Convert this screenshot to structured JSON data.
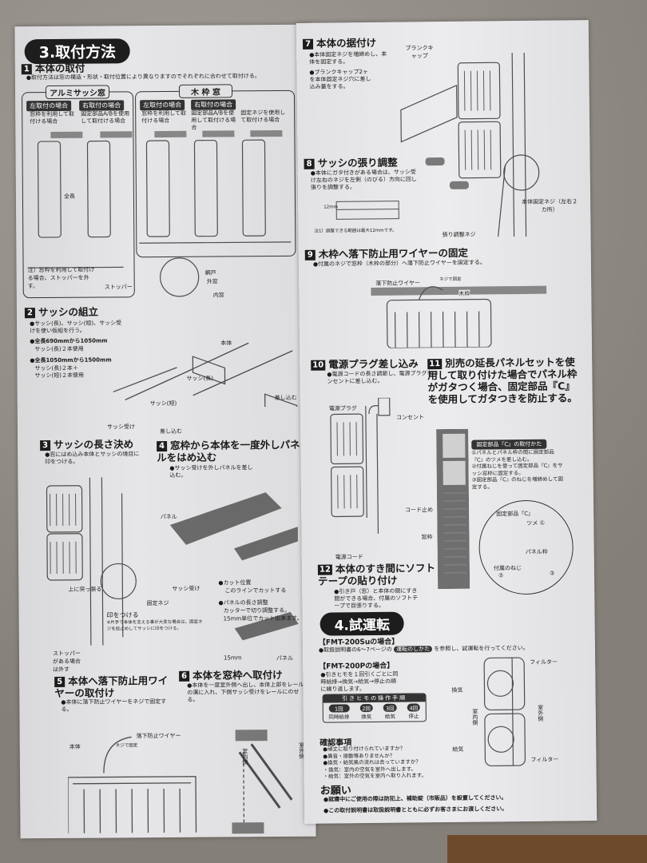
{
  "left": {
    "section_title": "3.取付方法",
    "s1": {
      "num": "1",
      "title": "本体の取付",
      "note": "●取付方法は窓の構造・形状・取付位置により異なりますのでそれぞれに合わせて取付ける。",
      "alum": {
        "label": "アルミサッシ窓",
        "left_tag": "左取付の場合",
        "left_desc": "窓枠を利用して取付ける場合",
        "right_tag": "右取付の場合",
        "right_desc": "固定部品A/Bを使用して取付ける場合"
      },
      "wood": {
        "label": "木 枠 窓",
        "left_tag": "左取付の場合",
        "left_desc": "窓枠を利用して取付ける場合",
        "right_tag": "右取付の場合",
        "right_desc": "固定部品A/Bを使用して取付ける場合",
        "right2_desc": "固定ネジを使用して取付ける場合"
      },
      "labels": {
        "full_length": "全長",
        "stopper": "ストッパー",
        "screen": "網戸",
        "outer": "外窓",
        "inner": "内窓",
        "caution": "注）窓枠を利用して取付ける場合、ストッパーを外す。"
      }
    },
    "s2": {
      "num": "2",
      "title": "サッシの組立",
      "b1": "●サッシ(長)、サッシ(短)、サッシ受けを使い仮組を行う。",
      "b2_head": "●全長690mmから1050mm",
      "b2_body": "サッシ(長)２本使用",
      "b3_head": "●全長1050mmから1500mm",
      "b3_body1": "サッシ(長)２本＋",
      "b3_body2": "サッシ(短)２本使用",
      "labels": {
        "body": "本体",
        "sash_long": "サッシ(長)",
        "sash_short": "サッシ(短)",
        "sash_holder": "サッシ受け",
        "insert1": "差し込む",
        "insert2": "差し込む"
      }
    },
    "s3": {
      "num": "3",
      "title": "サッシの長さ決め",
      "desc": "●窓にはめ込み本体とサッシの境目に印をつける。",
      "labels": {
        "push_up": "上に突っ張る",
        "mark": "印をつける",
        "mark_note": "※片手で本体を支える事が大変な場合は、固定ネジを仮止めしてサッシに印をつける。",
        "fix_screw": "固定ネジ",
        "stopper": "ストッパーがある場合は外す"
      }
    },
    "s4": {
      "num": "4",
      "title": "窓枠から本体を一度外しパネルをはめ込む",
      "desc": "●サッシ受けを外しパネルを差し込む。",
      "labels": {
        "panel": "パネル",
        "sash_holder": "サッシ受け",
        "cut_pos": "●カット位置",
        "cut_line": "このラインでカットする",
        "len_adj": "●パネルの長さ調整",
        "len_adj2": "カッターで切り調整する。",
        "len_adj3": "15mm単位でカット出来ます。",
        "mm": "15mm",
        "panel2": "パネル"
      }
    },
    "s5": {
      "num": "5",
      "title": "本体へ落下防止用ワイヤーの取付け",
      "desc": "●本体に落下防止ワイヤーをネジで固定する。",
      "labels": {
        "body": "本体",
        "wire": "落下防止ワイヤー",
        "screw": "ネジで固定"
      }
    },
    "s6": {
      "num": "6",
      "title": "本体を窓枠へ取付け",
      "desc": "●本体を一度室外側へ出し、本体上部をレールの溝に入れ、下側サッシ受けをレールにのせる。",
      "labels": {
        "indoor": "室内側",
        "outdoor": "室外側"
      }
    }
  },
  "right": {
    "s7": {
      "num": "7",
      "title": "本体の据付け",
      "b1": "●本体固定ネジを増締めし、本体を固定する。",
      "b2": "●ブランクキャップ2ヶを本体固定ネジ穴に差し込み蓋をする。",
      "labels": {
        "blank_cap": "ブランクキャップ",
        "fix_screw": "本体固定ネジ（左右２カ所）"
      }
    },
    "s8": {
      "num": "8",
      "title": "サッシの張り調整",
      "desc": "●本体にガタ付きがある場合は、サッシ受け左右のネジを左側（のびる）方向に回し張りを調整する。",
      "labels": {
        "mm": "12mm",
        "note": "注1）調整できる範囲は最大12mmです。",
        "adj_screw": "張り調整ネジ"
      }
    },
    "s9": {
      "num": "9",
      "title": "木枠へ落下防止用ワイヤーの固定",
      "desc": "●付属のネジで窓枠（木枠の部分）へ落下防止ワイヤーを固定する。",
      "labels": {
        "wire": "落下防止ワイヤー",
        "screw": "ネジで固定",
        "wood": "木枠"
      }
    },
    "s10": {
      "num": "10",
      "title": "電源プラグ差し込み",
      "desc": "●電源コードの長さ調節し、電源プラグをコンセントに差し込む。",
      "labels": {
        "plug": "電源プラグ",
        "outlet": "コンセント",
        "cord_clip": "コード止め",
        "cord": "電源コード"
      }
    },
    "s11": {
      "num": "11",
      "title": "別売の延長パネルセットを使用して取り付けた場合でパネル枠がガタつく場合、固定部品『C』を使用してガタつきを防止する。",
      "how_title": "固定部品『C』の取付かた",
      "steps": [
        "①パネルとパネル枠の間に固定部品『C』のツメを差し込む。",
        "②付属ねじを使って固定部品『C』をサッシ窓枠に固定する。",
        "③固定部品『C』のねじを増締めして固定する。"
      ],
      "labels": {
        "frame": "窓枠",
        "part_c": "固定部品『C』",
        "claw": "ツメ ①",
        "panel_frame": "パネル枠",
        "screw": "付属のねじ",
        "n2": "②",
        "n3": "③"
      }
    },
    "s12": {
      "num": "12",
      "title": "本体のすき間にソフトテープの貼り付け",
      "desc": "●引き戸（窓）と本体の間にすき間ができる場合、付属のソフトテープで目張りする。"
    },
    "test": {
      "section_title": "4.試運転",
      "su_title": "【FMT-200Suの場合】",
      "su_desc1": "●取扱説明書の6～7ページの",
      "su_badge": "運転のしかた",
      "su_desc2": "を参照し、試運転を行ってください。",
      "p_title": "【FMT-200Pの場合】",
      "p_desc": "●引きヒモを１回引くごとに同時給排→換気→給気→停止の順に繰り返します。",
      "proc_title": "引きヒモの操作手順",
      "steps": [
        {
          "n": "1回",
          "label": "同時給排"
        },
        {
          "n": "2回",
          "label": "換気"
        },
        {
          "n": "3回",
          "label": "給気"
        },
        {
          "n": "4回",
          "label": "停止"
        }
      ],
      "diagram": {
        "filter1": "フィルター",
        "filter2": "フィルター",
        "exhaust": "換気",
        "supply": "給気",
        "indoor": "室内側",
        "outdoor": "室外側"
      },
      "check_title": "確認事項",
      "checks": [
        "●頑丈に取り付けられていますか？",
        "●異音・振動等ありませんか？",
        "●換気・給気風の流れは合っていますか？",
        "・換気：室内の空気を室外へ出します。",
        "・給気：室外の空気を室内へ取り入れます。"
      ],
      "request_title": "お願い",
      "requests": [
        "●就寝中にご使用の際は防犯上、補助錠（市販品）を設置してください。",
        "●この取付説明書は取扱説明書とともに必ずお客さまにお渡しください。"
      ]
    }
  }
}
